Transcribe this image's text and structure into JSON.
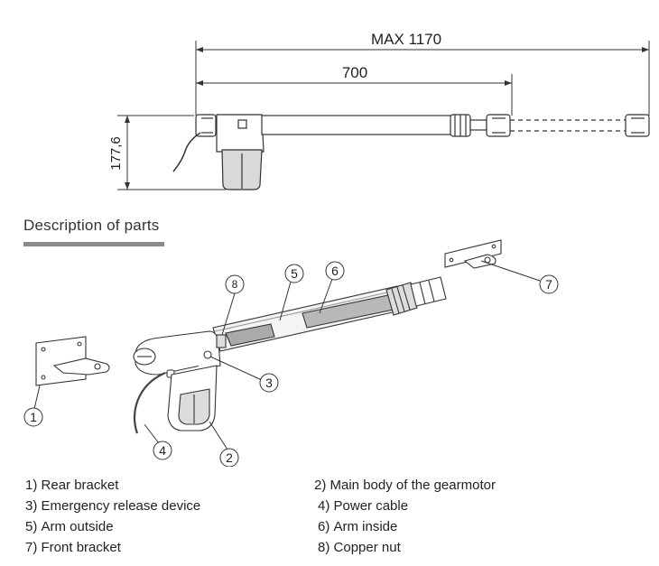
{
  "dimensions": {
    "max_length": "MAX 1170",
    "stroke_length": "700",
    "height": "177,6"
  },
  "section": {
    "title": "Description of parts"
  },
  "callouts": [
    "1",
    "2",
    "3",
    "4",
    "5",
    "6",
    "7",
    "8"
  ],
  "legend": [
    {
      "num": "1)",
      "label": "Rear bracket"
    },
    {
      "num": "2)",
      "label": "Main body of the gearmotor"
    },
    {
      "num": "3)",
      "label": "Emergency release device"
    },
    {
      "num": "4)",
      "label": "Power cable"
    },
    {
      "num": "5)",
      "label": "Arm outside"
    },
    {
      "num": "6)",
      "label": "Arm inside"
    },
    {
      "num": "7)",
      "label": "Front bracket"
    },
    {
      "num": "8)",
      "label": "Copper nut"
    }
  ]
}
